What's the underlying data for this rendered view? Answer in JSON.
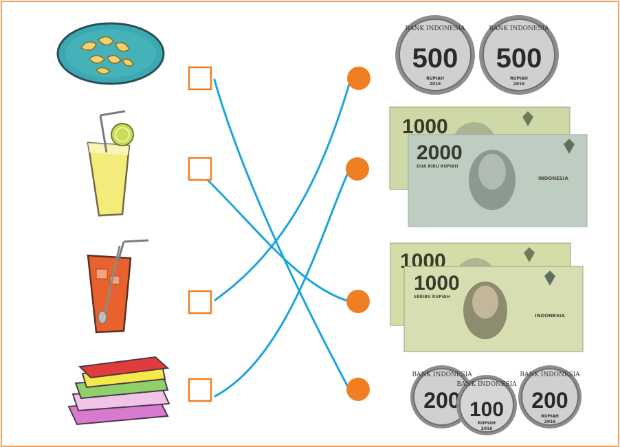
{
  "colors": {
    "frame": "#f0a060",
    "marker": "#ef7f22",
    "line": "#1ba4dc",
    "note": "#c9d4a8",
    "coin": "#b9b9b9"
  },
  "items_left": [
    {
      "name": "fried-banana-plate-icon"
    },
    {
      "name": "lemon-juice-glass-icon"
    },
    {
      "name": "iced-tea-glass-icon"
    },
    {
      "name": "book-stack-icon"
    }
  ],
  "money_right": {
    "coins_500": {
      "value": "500",
      "top": "BANK INDONESIA",
      "bottom": "RUPIAH",
      "year": "2016"
    },
    "notes_2000_1000": {
      "back": "1000",
      "front": "2000",
      "sub": "DUA RIBU RUPIAH",
      "brand": "INDONESIA"
    },
    "notes_1000_1000": {
      "back": "1000",
      "front": "1000",
      "sub": "SERIBU RUPIAH",
      "brand": "INDONESIA"
    },
    "coins_mixed": {
      "left": "200",
      "middle": "100",
      "right": "200",
      "top": "BANK INDONESIA",
      "bottom": "RUPIAH",
      "year": "2016"
    }
  },
  "connections": [
    {
      "from_item": 1,
      "to_money": 4
    },
    {
      "from_item": 2,
      "to_money": 3
    },
    {
      "from_item": 3,
      "to_money": 1
    },
    {
      "from_item": 4,
      "to_money": 2
    }
  ]
}
